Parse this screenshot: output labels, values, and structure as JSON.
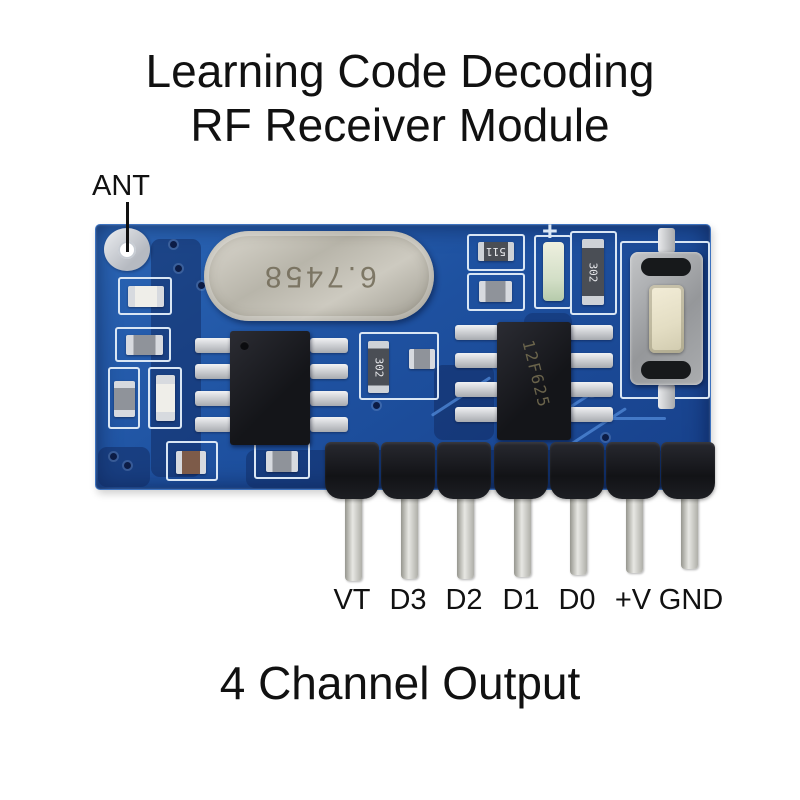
{
  "title": {
    "line1": "Learning Code Decoding",
    "line2": "RF Receiver Module"
  },
  "annotations": {
    "antenna_label": "ANT",
    "caption": "4 Channel Output"
  },
  "module": {
    "crystal_marking": "6.7458",
    "ic_marking": "12F625",
    "resistor_511": "511",
    "resistor_302_mid": "302",
    "resistor_302_top": "302",
    "polarity_mark": "+",
    "pins": [
      "VT",
      "D3",
      "D2",
      "D1",
      "D0",
      "+V",
      "GND"
    ]
  },
  "colors": {
    "bg": "#ffffff",
    "text": "#111111",
    "pcb": "#1f53a4",
    "pcb-light": "#3a76c9",
    "pcb-dark": "#10275e",
    "silkscreen": "#d9e6f4",
    "ic": "#1b1c21",
    "pin-silver": "#cfcfcb",
    "crystal": "#c6c2b8",
    "button-cream": "#ece6cf"
  }
}
